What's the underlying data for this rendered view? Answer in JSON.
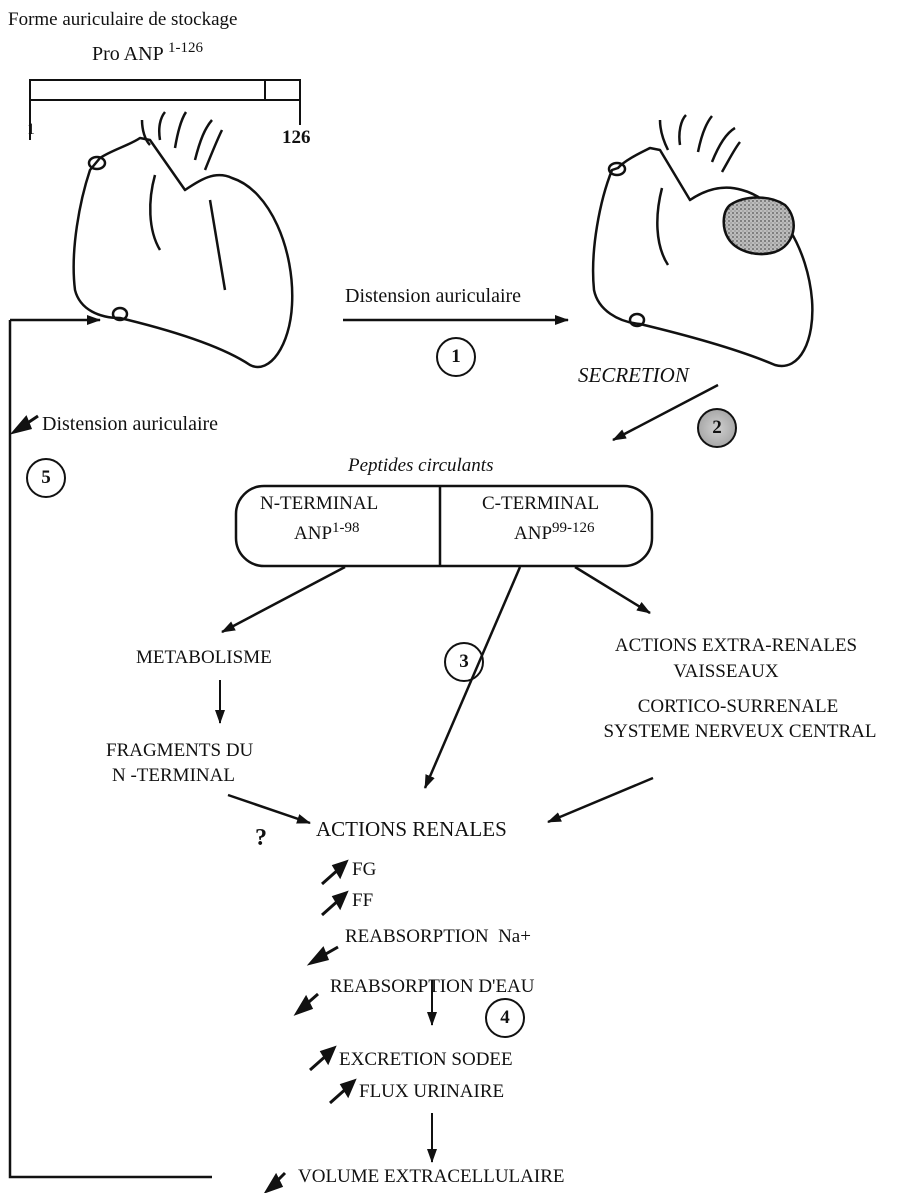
{
  "storage": {
    "title": "Forme auriculaire de stockage",
    "pro_anp": "Pro ANP",
    "pro_anp_range": "1-126",
    "bar_left": "1",
    "bar_right": "126"
  },
  "step1": {
    "label": "Distension auriculaire",
    "number": "1"
  },
  "secretion": "SECRETION",
  "step2": {
    "number": "2"
  },
  "step5": {
    "number": "5"
  },
  "feedback_label": "Distension auriculaire",
  "circulating": {
    "title": "Peptides circulants",
    "n_terminal": "N-TERMINAL",
    "n_anp": "ANP",
    "n_range": "1-98",
    "c_terminal": "C-TERMINAL",
    "c_anp": "ANP",
    "c_range": "99-126"
  },
  "metabolisme": "METABOLISME",
  "fragments": [
    "FRAGMENTS DU",
    "N -TERMINAL"
  ],
  "step3": {
    "number": "3"
  },
  "extra_renal": [
    "ACTIONS EXTRA-RENALES",
    "VAISSEAUX",
    "CORTICO-SURRENALE",
    "SYSTEME NERVEUX CENTRAL"
  ],
  "question": "?",
  "renal": {
    "title": "ACTIONS RENALES",
    "items": [
      "FG",
      "FF",
      "REABSORPTION  Na+",
      "REABSORPTION D'EAU"
    ]
  },
  "step4": {
    "number": "4"
  },
  "excretion": [
    "EXCRETION SODEE",
    "FLUX URINAIRE"
  ],
  "volume": "VOLUME EXTRACELLULAIRE"
}
